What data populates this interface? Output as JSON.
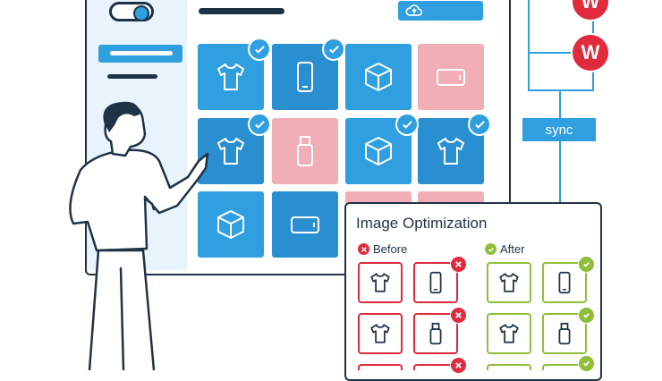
{
  "optimization": {
    "title": "Image Optimization",
    "before_label": "Before",
    "after_label": "After"
  },
  "network": {
    "sync_label": "sync",
    "badge_letter": "W"
  },
  "colors": {
    "accent_blue": "#2f9fe0",
    "tile_pink": "#f2aeb6",
    "error_red": "#e02b3d",
    "success_green": "#8fbf3a",
    "ink": "#1f3346"
  },
  "grid_icons": [
    "tshirt-icon",
    "phone-icon",
    "box-icon",
    "tablet-icon",
    "tshirt-icon",
    "usb-icon",
    "box-icon",
    "tshirt-icon",
    "box-icon",
    "tablet-icon"
  ]
}
